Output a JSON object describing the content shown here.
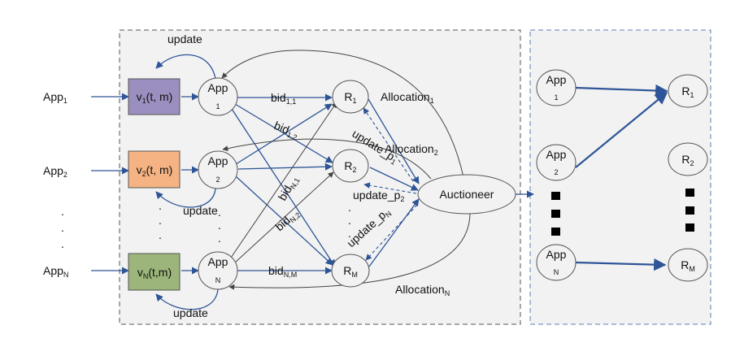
{
  "left_inputs": {
    "app1": {
      "base": "App",
      "sub": "1"
    },
    "app2": {
      "base": "App",
      "sub": "2"
    },
    "appN": {
      "base": "App",
      "sub": "N"
    },
    "dots": "."
  },
  "value_boxes": {
    "v1": {
      "base": "v",
      "sub": "1",
      "rest": "(t, m)",
      "color": "#9b8fbf"
    },
    "v2": {
      "base": "v",
      "sub": "2",
      "rest": "(t, m)",
      "color": "#f5b383"
    },
    "vN": {
      "base": "v",
      "sub": "N",
      "rest": "(t,m)",
      "color": "#9bb57a"
    }
  },
  "apps": {
    "a1": {
      "label": "App",
      "index": "1"
    },
    "a2": {
      "label": "App",
      "index": "2"
    },
    "aN": {
      "label": "App",
      "index": "N"
    }
  },
  "resources": {
    "r1": {
      "base": "R",
      "sub": "1"
    },
    "r2": {
      "base": "R",
      "sub": "2"
    },
    "rM": {
      "base": "R",
      "sub": "M"
    }
  },
  "auctioneer": "Auctioneer",
  "labels": {
    "update": "update",
    "bid": "bid",
    "bid11_sub": "1,1",
    "bid12_sub": "1,2",
    "bidN1_sub": "N,1",
    "bidN2_sub": "N,2",
    "bidNM_sub": "N,M",
    "allocation": "Allocation",
    "alloc1_sub": "1",
    "alloc2_sub": "2",
    "allocN_sub": "N",
    "update_p": "update_p",
    "p1_sub": "1",
    "p2_sub": "2",
    "pN_sub": "N"
  },
  "result": {
    "apps": [
      {
        "label": "App",
        "index": "1"
      },
      {
        "label": "App",
        "index": "2"
      },
      {
        "label": "App",
        "index": "N"
      }
    ],
    "resources": [
      {
        "base": "R",
        "sub": "1"
      },
      {
        "base": "R",
        "sub": "2"
      },
      {
        "base": "R",
        "sub": "M"
      }
    ]
  },
  "colors": {
    "arrow_blue": "#2e5597",
    "dark_line": "#444444",
    "panel_fill": "#f2f2f2",
    "right_border": "#5a7fb5",
    "left_border": "#555555"
  }
}
